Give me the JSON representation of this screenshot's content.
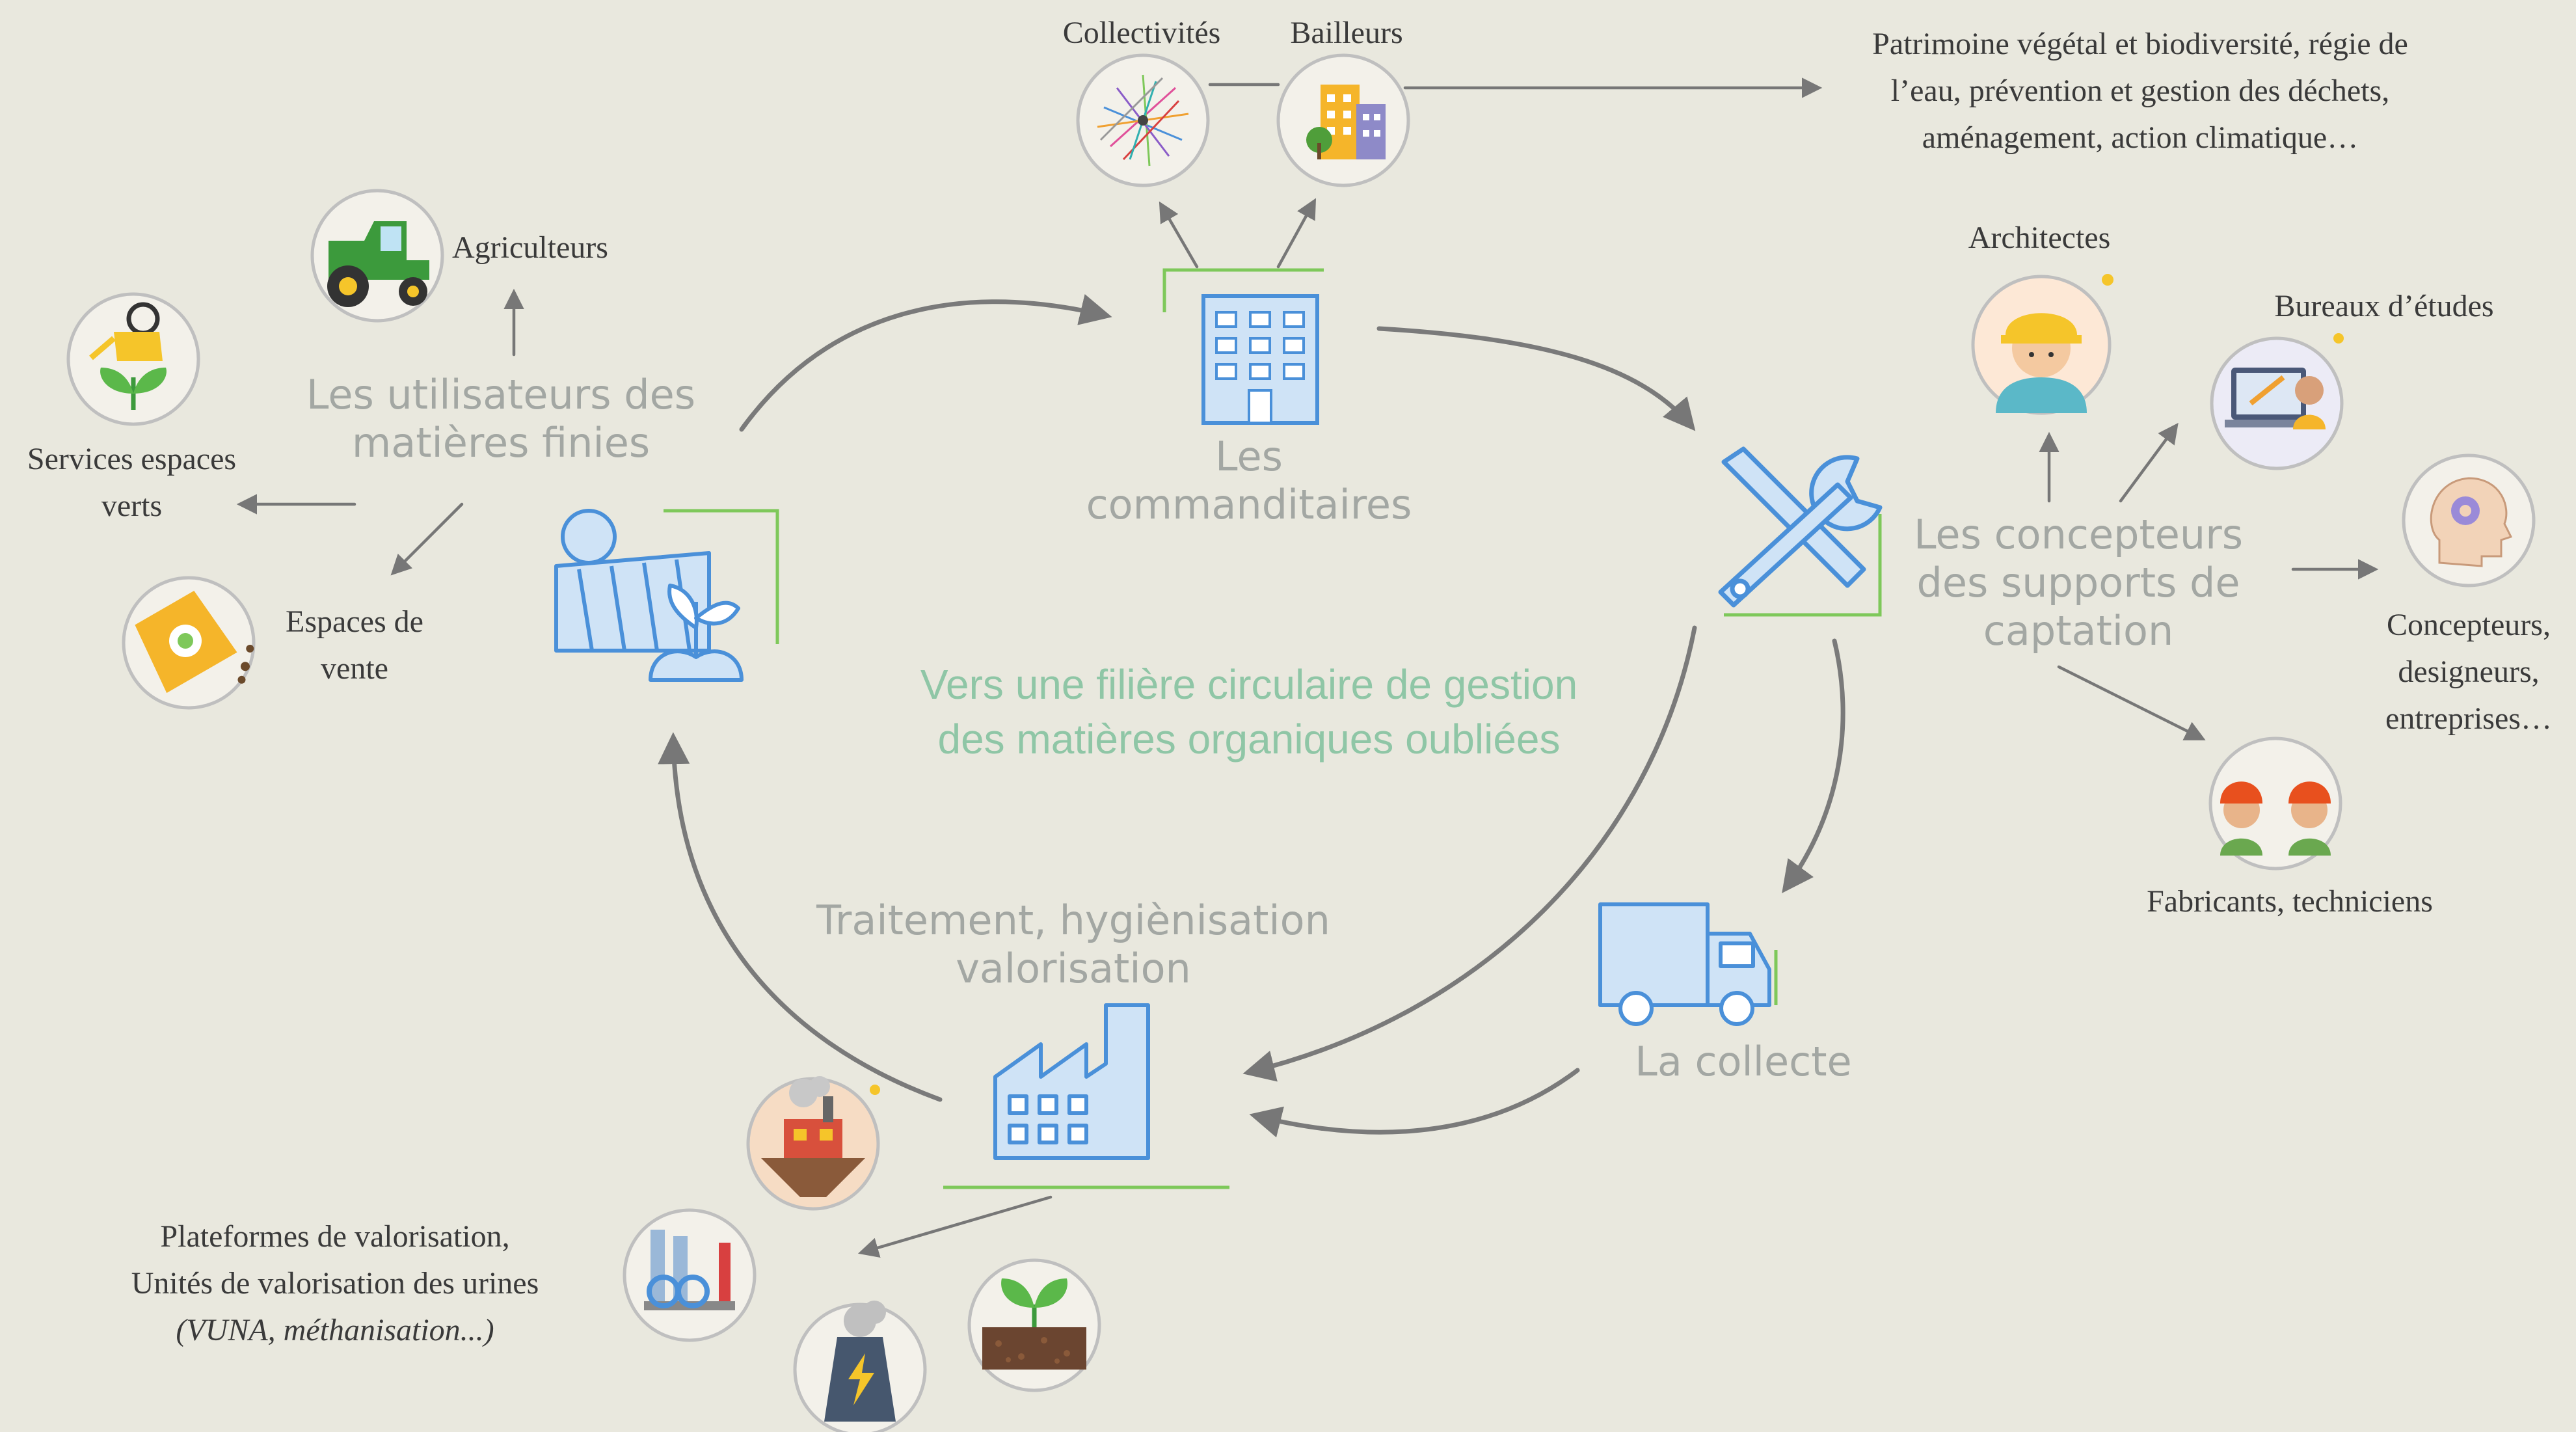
{
  "title": [
    "Vers une filière circulaire de gestion",
    "des matières organiques oubliées"
  ],
  "colors": {
    "background": "#e9e8de",
    "hub_text": "#a3a7a3",
    "title_text": "#8fc6a6",
    "accent_green": "#7ec85a",
    "icon_blue": "#4a90d9",
    "icon_fill": "#cfe3f6",
    "arrow": "#777777"
  },
  "hubs": {
    "commanditaires": {
      "lines": [
        "Les",
        "commanditaires"
      ],
      "icon": "office-building-icon"
    },
    "concepteurs": {
      "lines": [
        "Les concepteurs",
        "des supports de",
        "captation"
      ],
      "icon": "tools-wrench-screwdriver-icon"
    },
    "collecte": {
      "lines": [
        "La collecte"
      ],
      "icon": "delivery-truck-icon"
    },
    "traitement": {
      "lines": [
        "Traitement, hygiènisation",
        "valorisation"
      ],
      "icon": "factory-icon"
    },
    "utilisateurs": {
      "lines": [
        "Les utilisateurs des",
        "matières finies"
      ],
      "icon": "solar-field-plant-icon"
    }
  },
  "actors": {
    "collectivites": {
      "label": "Collectivités",
      "icon": "network-graph-icon"
    },
    "bailleurs": {
      "label": "Bailleurs",
      "icon": "apartment-buildings-icon"
    },
    "patrimoine": {
      "lines": [
        "Patrimoine végétal et biodiversité, régie de",
        "l’eau, prévention et gestion des déchets,",
        "aménagement, action climatique…"
      ]
    },
    "architectes": {
      "label": "Architectes",
      "icon": "architect-hardhat-icon"
    },
    "bureaux": {
      "label": "Bureaux d’études",
      "icon": "engineer-laptop-icon"
    },
    "concepteurs_designeurs": {
      "lines": [
        "Concepteurs,",
        "designeurs,",
        "entreprises…"
      ],
      "icon": "head-gear-icon"
    },
    "fabricants": {
      "label": "Fabricants, techniciens",
      "icon": "workers-helmets-icon"
    },
    "agriculteurs": {
      "label": "Agriculteurs",
      "icon": "tractor-icon"
    },
    "services_espaces_verts": {
      "lines": [
        "Services espaces",
        "verts"
      ],
      "icon": "watering-can-plant-icon"
    },
    "espaces_de_vente": {
      "lines": [
        "Espaces de",
        "vente"
      ],
      "icon": "seed-bag-icon"
    },
    "plateformes": {
      "lines": [
        "Plateformes de valorisation,",
        "Unités de valorisation des urines",
        "(VUNA, méthanisation...)"
      ],
      "icons": [
        "plant-floating-island-icon",
        "water-treatment-plant-icon",
        "biogas-energy-icon",
        "soil-sprout-icon"
      ]
    }
  }
}
